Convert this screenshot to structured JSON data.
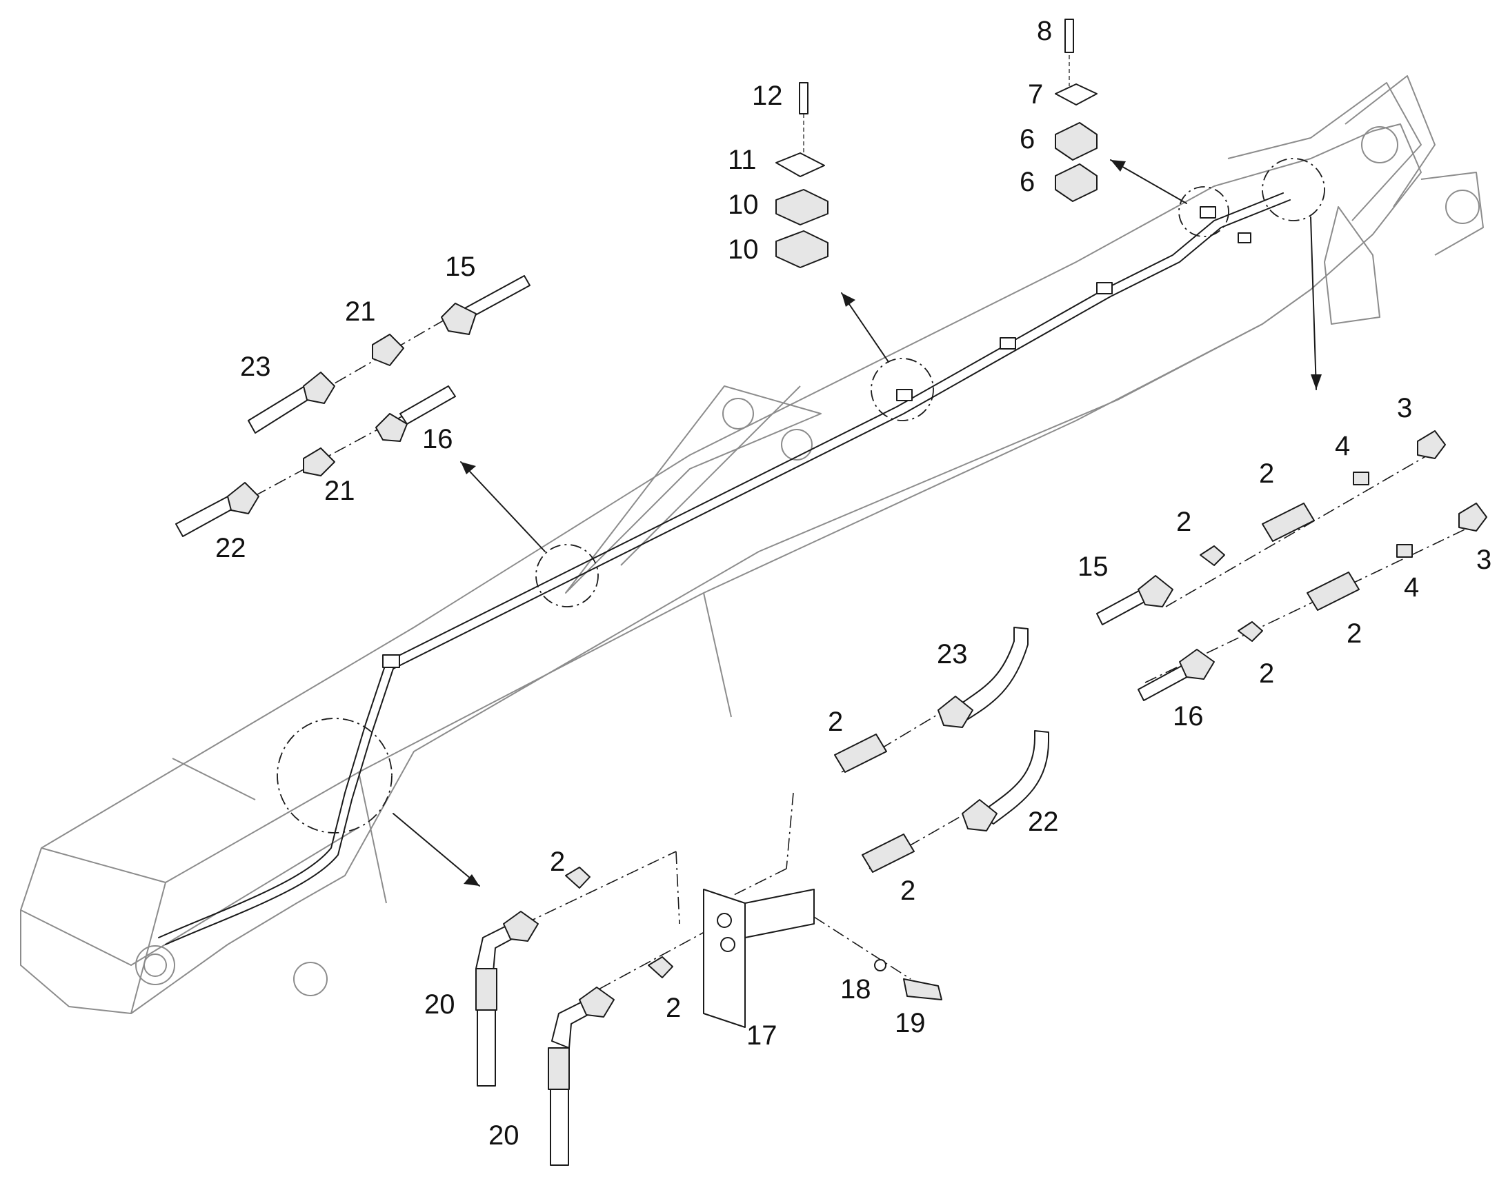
{
  "callouts": {
    "c8": "8",
    "c7": "7",
    "c6a": "6",
    "c6b": "6",
    "c12": "12",
    "c11": "11",
    "c10a": "10",
    "c10b": "10",
    "c15a": "15",
    "c21a": "21",
    "c23a": "23",
    "c21b": "21",
    "c16a": "16",
    "c22a": "22",
    "c3a": "3",
    "c4a": "4",
    "c2a": "2",
    "c2b": "2",
    "c3b": "3",
    "c15b": "15",
    "c4b": "4",
    "c2c": "2",
    "c2d": "2",
    "c16b": "16",
    "c23b": "23",
    "c2e": "2",
    "c22b": "22",
    "c2f": "2",
    "c2g": "2",
    "c20a": "20",
    "c2h": "2",
    "c17": "17",
    "c18": "18",
    "c19": "19",
    "c20b": "20"
  },
  "colors": {
    "line": "#1a1a1a",
    "boom": "#8c8c8c",
    "background": "#ffffff"
  }
}
